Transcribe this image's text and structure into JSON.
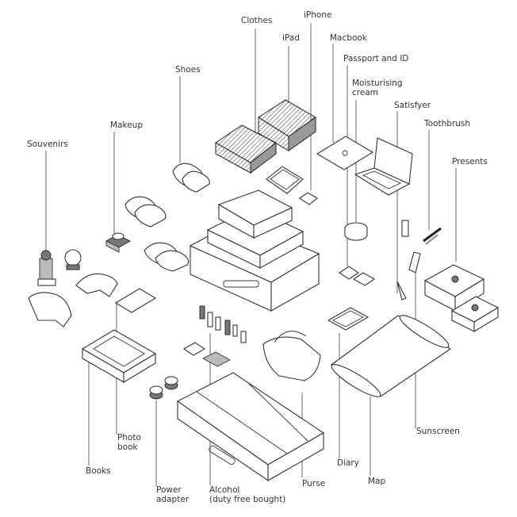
{
  "labels": {
    "clothes": "Clothes",
    "iphone": "iPhone",
    "ipad": "iPad",
    "macbook": "Macbook",
    "passport": "Passport and ID",
    "moisturising": "Moisturising\ncream",
    "satisfyer": "Satisfyer",
    "toothbrush": "Toothbrush",
    "presents": "Presents",
    "shoes": "Shoes",
    "makeup": "Makeup",
    "souvenirs": "Souvenirs",
    "photo_book": "Photo\nbook",
    "books": "Books",
    "power_adapter": "Power\nadapter",
    "alcohol": "Alcohol\n(duty free bought)",
    "purse": "Purse",
    "diary": "Diary",
    "map": "Map",
    "sunscreen": "Sunscreen"
  }
}
